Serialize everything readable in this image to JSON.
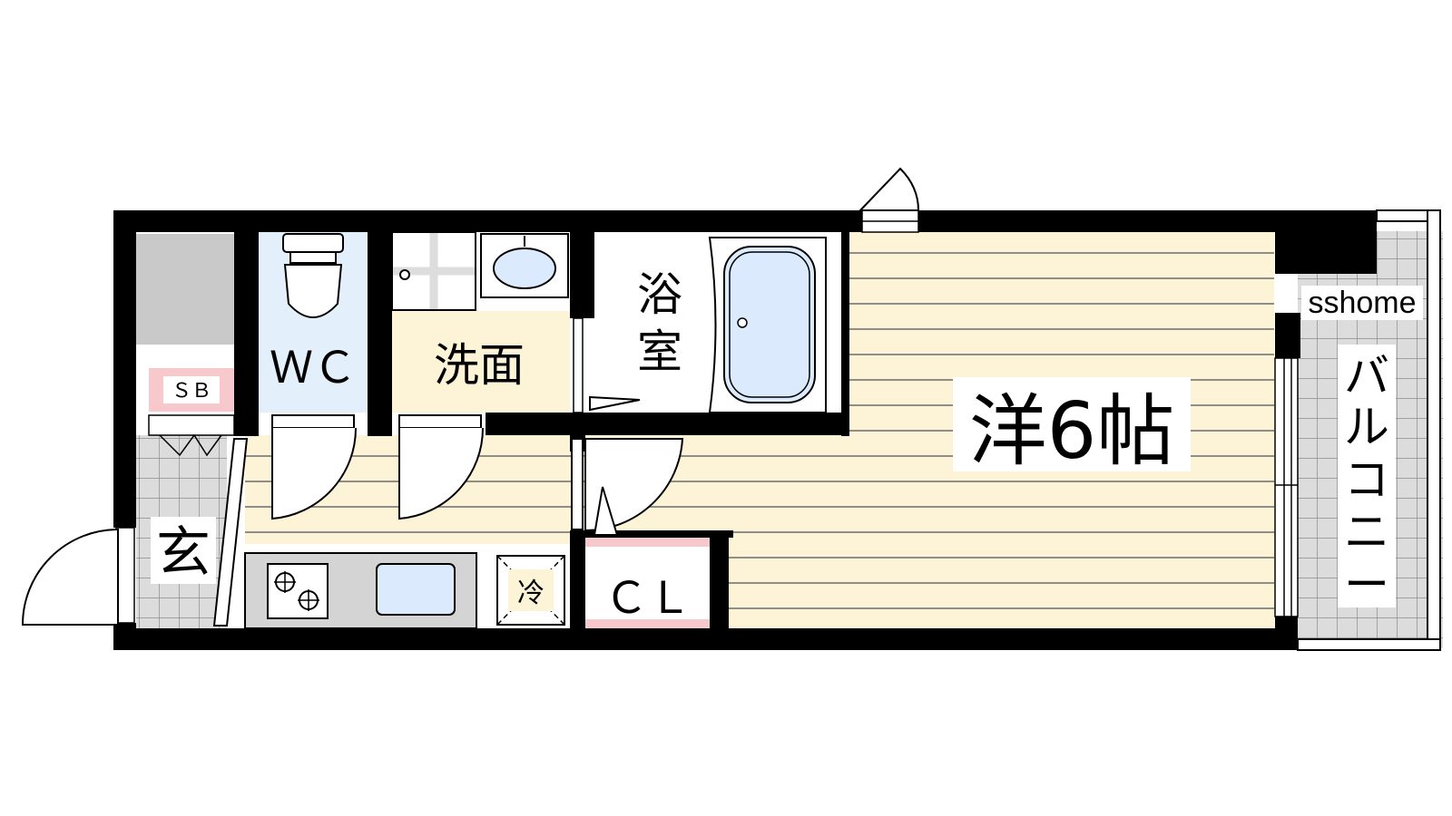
{
  "rooms": {
    "western_room": "洋6帖",
    "bathroom_line1": "浴",
    "bathroom_line2": "室",
    "washroom": "洗面",
    "toilet": "ＷＣ",
    "entrance": "玄",
    "shoe_box": "ＳＢ",
    "closet": "ＣＬ",
    "fridge": "冷",
    "balcony": [
      "バ",
      "ル",
      "コ",
      "ニ",
      "ー"
    ]
  },
  "watermark": "sshome",
  "colors": {
    "wall": "#000000",
    "floor_wood": "#fdf3d6",
    "floor_line": "#6b6b6b",
    "tile_blue": "#e3f0fc",
    "tile_grid": "#8c8c8c",
    "washroom_floor": "#fdf3d6",
    "label_pink": "#f8c9cc",
    "storage_gray": "#c9c9c9",
    "kitchen_gray": "#d4d4d4",
    "bath_water": "#dbeafc"
  }
}
